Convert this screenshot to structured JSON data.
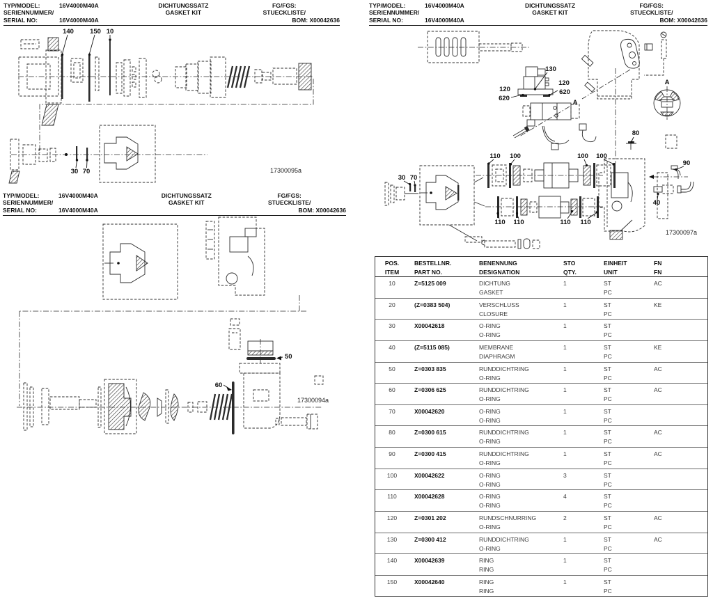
{
  "header": {
    "typ_label": "TYP/MODEL:",
    "serien_label": "SERIENNUMMER/",
    "serial_label": "SERIAL NO:",
    "model_value": "16V4000M40A",
    "serial_value": "16V4000M40A",
    "title_de": "DICHTUNGSSATZ",
    "title_en": "GASKET KIT",
    "fg_label": "FG/FGS:",
    "stueck_label": "STUECKLISTE/",
    "bom_label": "BOM:",
    "bom_value": "X00042636"
  },
  "diagrams": {
    "d1": {
      "figure_number": "17300095a",
      "callouts": {
        "c140": "140",
        "c150": "150",
        "c10": "10",
        "c30": "30",
        "c70": "70"
      }
    },
    "d2": {
      "figure_number": "17300094a",
      "callouts": {
        "c50": "50",
        "c60": "60"
      }
    },
    "d3": {
      "figure_number": "17300097a",
      "callouts": {
        "c130": "130",
        "c120": "120",
        "c620": "620",
        "c_a": "A",
        "c80": "80",
        "c90": "90",
        "c40": "40",
        "c30": "30",
        "c70": "70",
        "c110": "110",
        "c100": "100"
      }
    }
  },
  "table": {
    "headers": {
      "pos_de": "POS.",
      "pos_en": "ITEM",
      "part_de": "BESTELLNR.",
      "part_en": "PART NO.",
      "name_de": "BENENNUNG",
      "name_en": "DESIGNATION",
      "qty_de": "STO",
      "qty_en": "QTY.",
      "unit_de": "EINHEIT",
      "unit_en": "UNIT",
      "fn_de": "FN",
      "fn_en": "FN"
    },
    "rows": [
      {
        "pos": "10",
        "part": "Z=5125 009",
        "name_de": "DICHTUNG",
        "name_en": "GASKET",
        "qty": "1",
        "unit_de": "ST",
        "unit_en": "PC",
        "fn": "AC"
      },
      {
        "pos": "20",
        "part": "(Z=0383 504)",
        "name_de": "VERSCHLUSS",
        "name_en": "CLOSURE",
        "qty": "1",
        "unit_de": "ST",
        "unit_en": "PC",
        "fn": "KE"
      },
      {
        "pos": "30",
        "part": "X00042618",
        "name_de": "O-RING",
        "name_en": "O-RING",
        "qty": "1",
        "unit_de": "ST",
        "unit_en": "PC",
        "fn": ""
      },
      {
        "pos": "40",
        "part": "(Z=5115 085)",
        "name_de": "MEMBRANE",
        "name_en": "DIAPHRAGM",
        "qty": "1",
        "unit_de": "ST",
        "unit_en": "PC",
        "fn": "KE"
      },
      {
        "pos": "50",
        "part": "Z=0303 835",
        "name_de": "RUNDDICHTRING",
        "name_en": "O-RING",
        "qty": "1",
        "unit_de": "ST",
        "unit_en": "PC",
        "fn": "AC"
      },
      {
        "pos": "60",
        "part": "Z=0306 625",
        "name_de": "RUNDDICHTRING",
        "name_en": "O-RING",
        "qty": "1",
        "unit_de": "ST",
        "unit_en": "PC",
        "fn": "AC"
      },
      {
        "pos": "70",
        "part": "X00042620",
        "name_de": "O-RING",
        "name_en": "O-RING",
        "qty": "1",
        "unit_de": "ST",
        "unit_en": "PC",
        "fn": ""
      },
      {
        "pos": "80",
        "part": "Z=0300 615",
        "name_de": "RUNDDICHTRING",
        "name_en": "O-RING",
        "qty": "1",
        "unit_de": "ST",
        "unit_en": "PC",
        "fn": "AC"
      },
      {
        "pos": "90",
        "part": "Z=0300 415",
        "name_de": "RUNDDICHTRING",
        "name_en": "O-RING",
        "qty": "1",
        "unit_de": "ST",
        "unit_en": "PC",
        "fn": "AC"
      },
      {
        "pos": "100",
        "part": "X00042622",
        "name_de": "O-RING",
        "name_en": "O-RING",
        "qty": "3",
        "unit_de": "ST",
        "unit_en": "PC",
        "fn": ""
      },
      {
        "pos": "110",
        "part": "X00042628",
        "name_de": "O-RING",
        "name_en": "O-RING",
        "qty": "4",
        "unit_de": "ST",
        "unit_en": "PC",
        "fn": ""
      },
      {
        "pos": "120",
        "part": "Z=0301 202",
        "name_de": "RUNDSCHNURRING",
        "name_en": "O-RING",
        "qty": "2",
        "unit_de": "ST",
        "unit_en": "PC",
        "fn": "AC"
      },
      {
        "pos": "130",
        "part": "Z=0300 412",
        "name_de": "RUNDDICHTRING",
        "name_en": "O-RING",
        "qty": "1",
        "unit_de": "ST",
        "unit_en": "PC",
        "fn": "AC"
      },
      {
        "pos": "140",
        "part": "X00042639",
        "name_de": "RING",
        "name_en": "RING",
        "qty": "1",
        "unit_de": "ST",
        "unit_en": "PC",
        "fn": ""
      },
      {
        "pos": "150",
        "part": "X00042640",
        "name_de": "RING",
        "name_en": "RING",
        "qty": "1",
        "unit_de": "ST",
        "unit_en": "PC",
        "fn": ""
      }
    ]
  }
}
